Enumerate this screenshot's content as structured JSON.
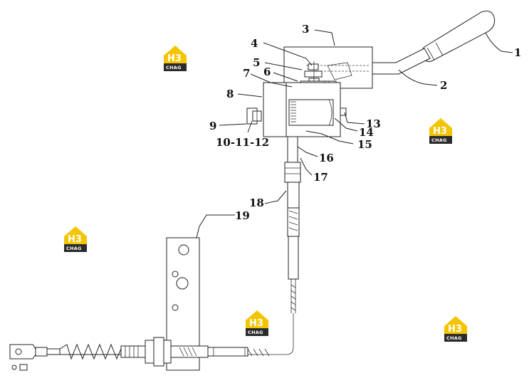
{
  "labels": {
    "l1": "1",
    "l2": "2",
    "l3": "3",
    "l4": "4",
    "l5": "5",
    "l6": "6",
    "l7": "7",
    "l8": "8",
    "l9": "9",
    "l10": "10-11-12",
    "l13": "13",
    "l14": "14",
    "l15": "15",
    "l16": "16",
    "l17": "17",
    "l18": "18",
    "l19": "19"
  },
  "watermark": {
    "main": "H3",
    "sub": "CHAG"
  },
  "colors": {
    "watermark_yellow": "#f5c400",
    "watermark_dark": "#2b2b2b",
    "line": "#222222"
  }
}
